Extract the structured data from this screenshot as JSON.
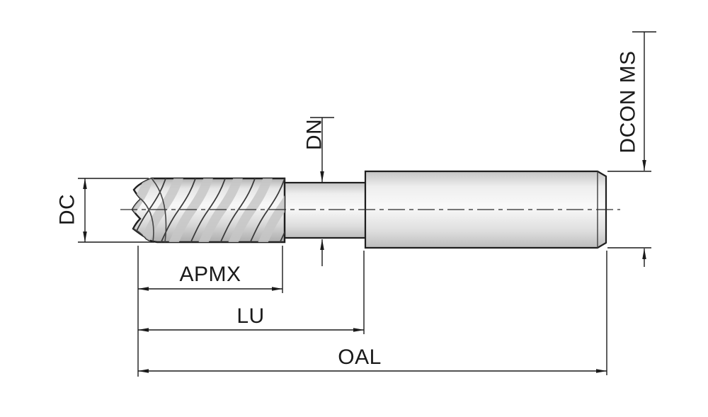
{
  "diagram": {
    "type": "technical-drawing",
    "subject": "end-mill-dimension-diagram",
    "labels": {
      "dc": "DC",
      "dn": "DN",
      "dcon_ms": "DCON MS",
      "apmx": "APMX",
      "lu": "LU",
      "oal": "OAL"
    },
    "colors": {
      "background": "#ffffff",
      "outline": "#1f1f1f",
      "dimension_line": "#1a1a1a",
      "body_fill_light": "#f8f8f8",
      "body_fill_mid": "#dcdcdc",
      "body_fill_dark": "#b5b5b5",
      "flute_shading": "#c7c7c7"
    }
  }
}
